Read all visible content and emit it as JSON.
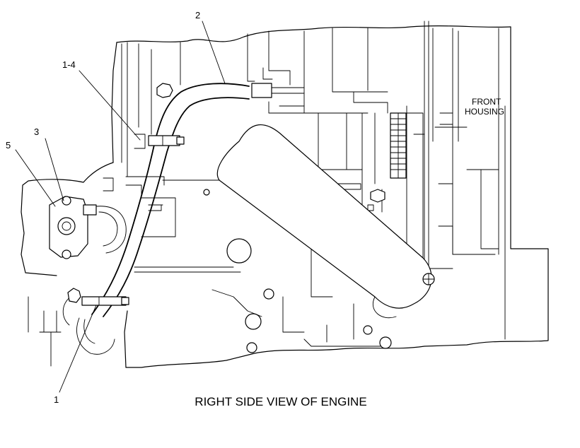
{
  "diagram": {
    "caption": "RIGHT SIDE VIEW OF ENGINE",
    "front_housing_label_line1": "FRONT",
    "front_housing_label_line2": "HOUSING",
    "callouts": {
      "c2": "2",
      "c1_4": "1-4",
      "c3": "3",
      "c5": "5",
      "c1": "1"
    }
  }
}
